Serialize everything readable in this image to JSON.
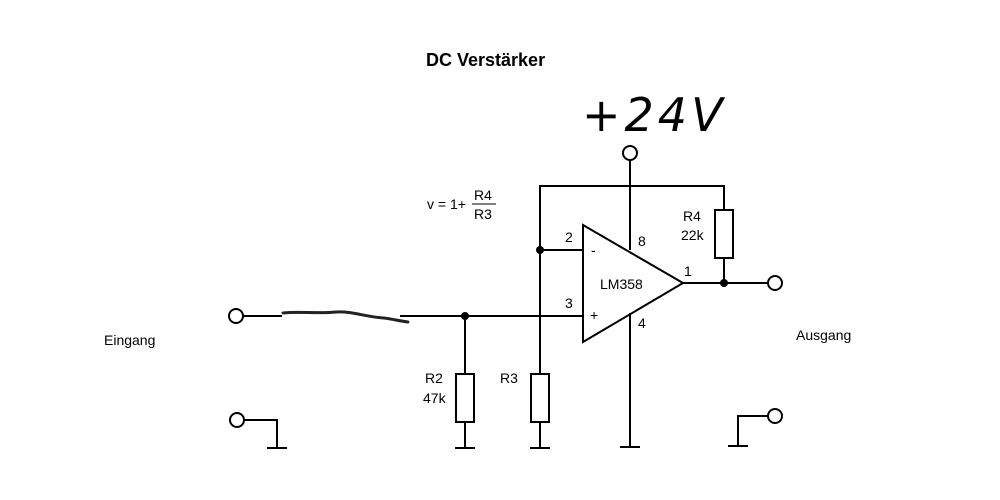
{
  "title": "DC Verstärker",
  "supply": "+24V",
  "gain": {
    "prefix": "v = 1+",
    "numerator": "R4",
    "denominator": "R3"
  },
  "opamp": {
    "name": "LM358",
    "pins": {
      "inverting_num": "2",
      "inverting_sign": "-",
      "noninverting_num": "3",
      "noninverting_sign": "+",
      "vcc": "8",
      "gnd": "4",
      "out": "1"
    }
  },
  "components": {
    "r2_name": "R2",
    "r2_value": "47k",
    "r3_name": "R3",
    "r4_name": "R4",
    "r4_value": "22k"
  },
  "labels": {
    "input": "Eingang",
    "output": "Ausgang"
  }
}
